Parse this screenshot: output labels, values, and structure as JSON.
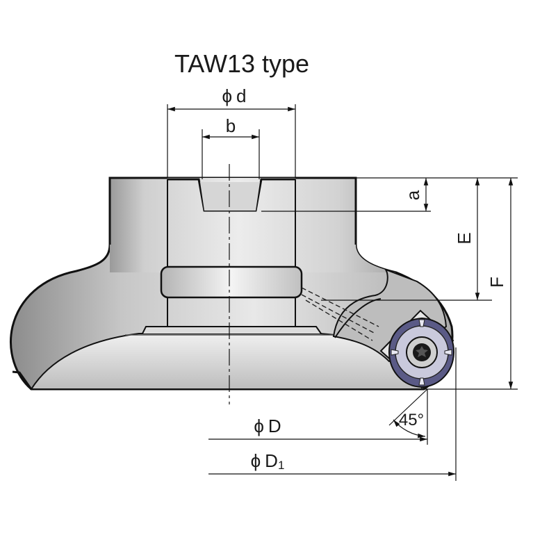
{
  "title": "TAW13 type",
  "dimensions": {
    "phi": "ϕ",
    "d": "d",
    "b": "b",
    "a": "a",
    "E": "E",
    "F": "F",
    "D": "D",
    "D1_main": "D",
    "D1_sub": "1",
    "angle": "45°"
  },
  "colors": {
    "outline": "#111111",
    "body_light": "#e2e2e2",
    "body_mid": "#bdbdbd",
    "body_dark": "#8f8f8f",
    "insert_blue": "#5a5a86",
    "insert_face": "#c9c9dc"
  }
}
